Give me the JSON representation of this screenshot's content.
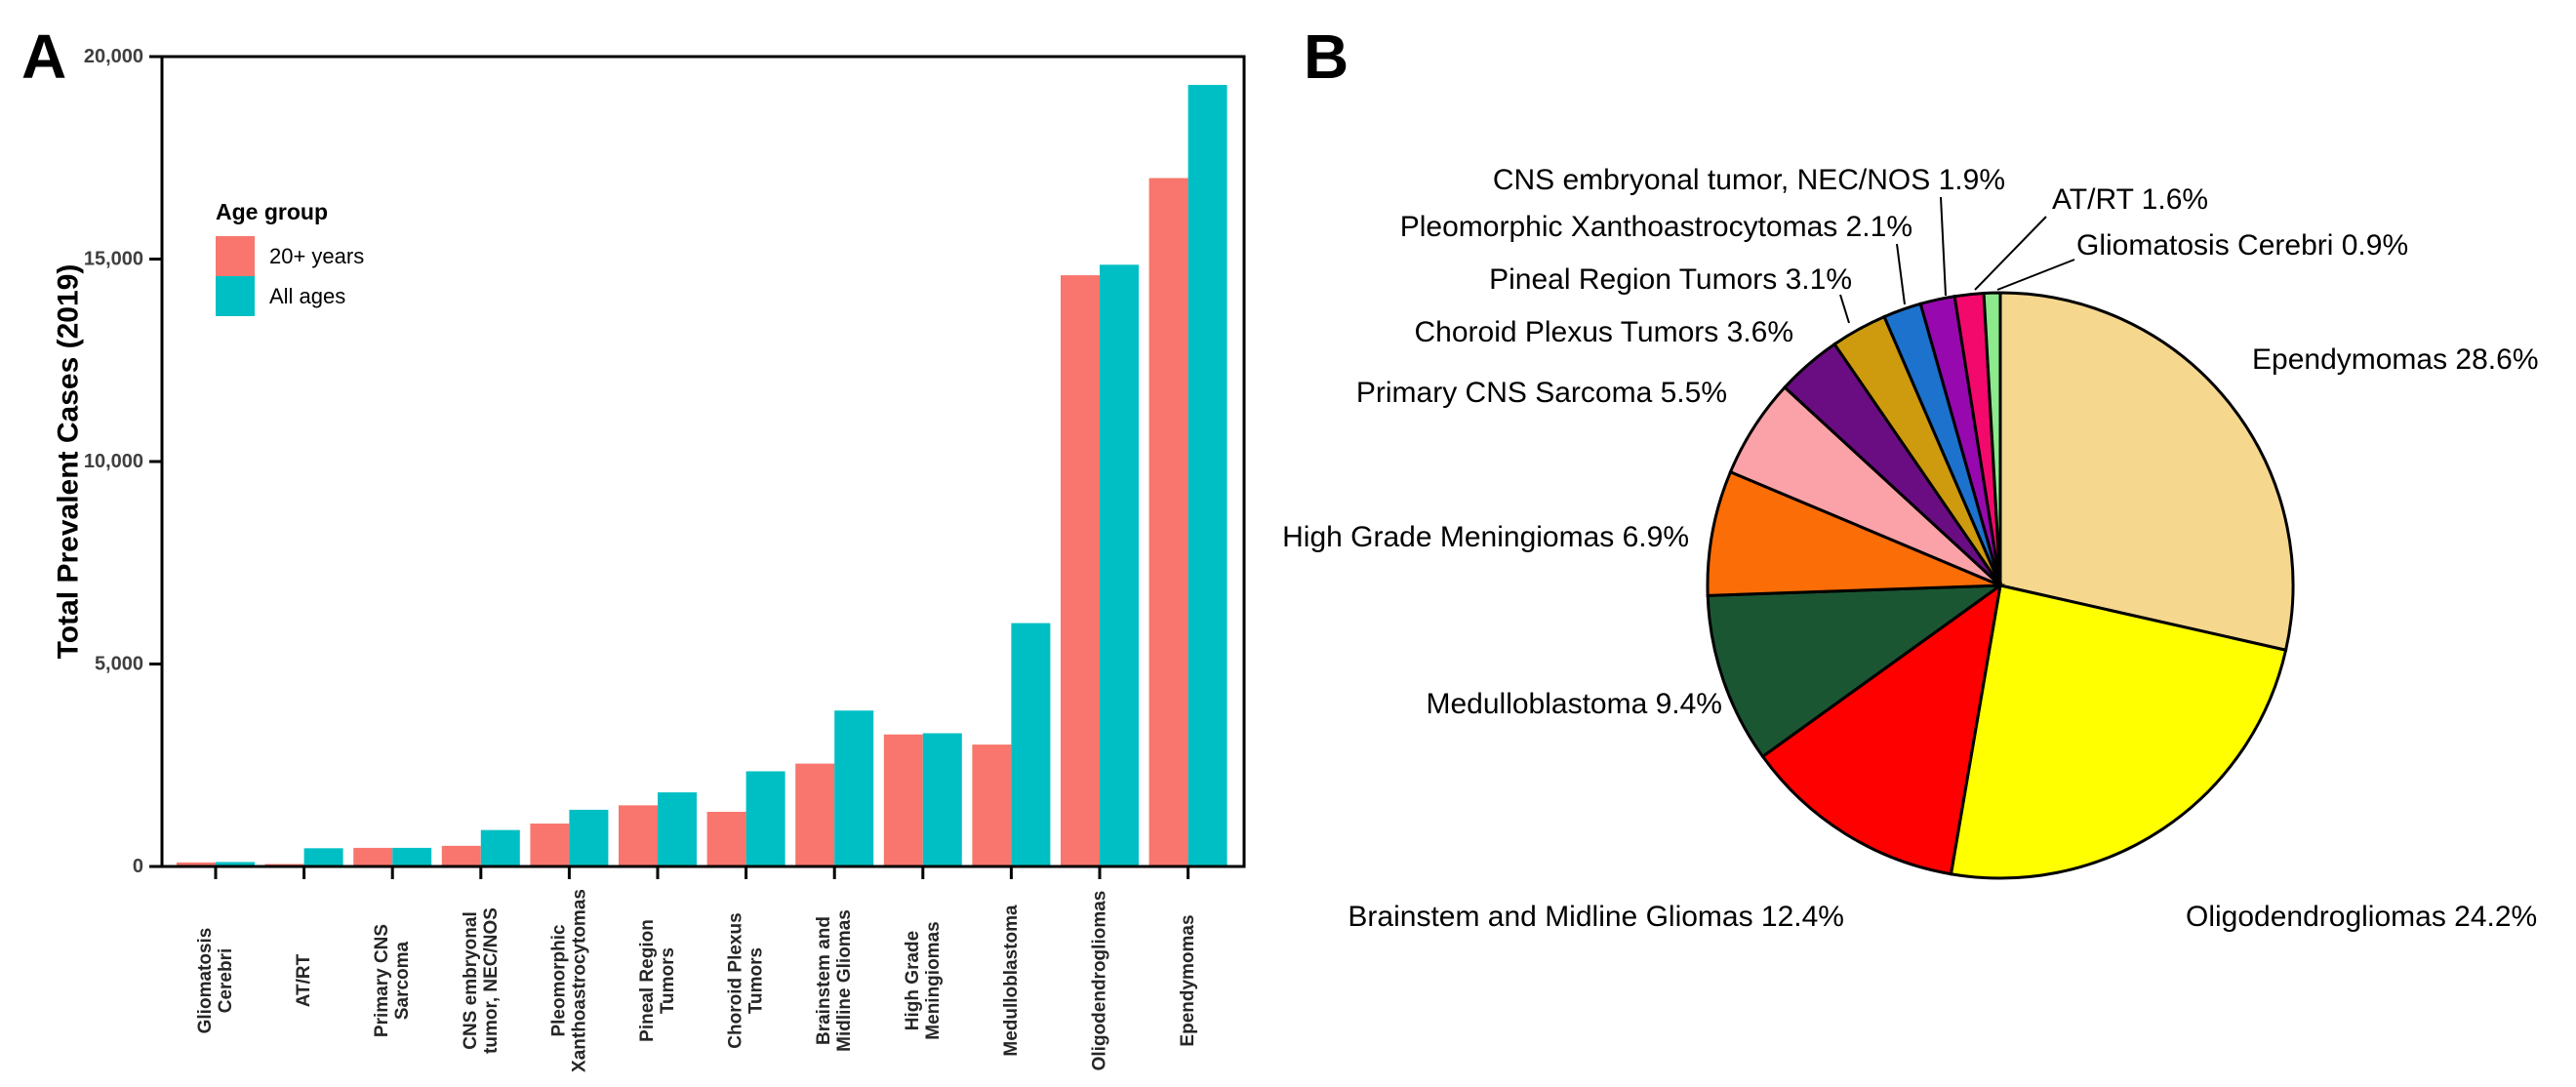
{
  "figure": {
    "panel_a": {
      "letter": "A"
    },
    "panel_b": {
      "letter": "B"
    }
  },
  "chart_data": [
    {
      "type": "bar",
      "subtype": "grouped_bar",
      "panel": "A",
      "title": "",
      "xlabel": "",
      "ylabel": "Total Prevalent Cases (2019)",
      "ylim": [
        0,
        20000
      ],
      "grid": false,
      "panel_border": true,
      "legend_position": "inside-top-left",
      "legend": {
        "title": "Age group"
      },
      "axis_color": "#000000",
      "ytick_label_color": "#3f3f3f",
      "xtick_label_color": "#262626",
      "yticks": [
        {
          "value": 0,
          "label": "0"
        },
        {
          "value": 5000,
          "label": "5,000"
        },
        {
          "value": 10000,
          "label": "10,000"
        },
        {
          "value": 15000,
          "label": "15,000"
        },
        {
          "value": 20000,
          "label": "20,000"
        }
      ],
      "categories": [
        {
          "lines": [
            "Gliomatosis",
            "Cerebri"
          ]
        },
        {
          "lines": [
            "AT/RT"
          ]
        },
        {
          "lines": [
            "Primary CNS",
            "Sarcoma"
          ]
        },
        {
          "lines": [
            "CNS embryonal",
            "tumor, NEC/NOS"
          ]
        },
        {
          "lines": [
            "Pleomorphic",
            "Xanthoastrocytomas"
          ]
        },
        {
          "lines": [
            "Pineal Region",
            "Tumors"
          ]
        },
        {
          "lines": [
            "Choroid Plexus",
            "Tumors"
          ]
        },
        {
          "lines": [
            "Brainstem and",
            "Midline Gliomas"
          ]
        },
        {
          "lines": [
            "High Grade",
            "Meningiomas"
          ]
        },
        {
          "lines": [
            "Medulloblastoma"
          ]
        },
        {
          "lines": [
            "Oligodendrogliomas"
          ]
        },
        {
          "lines": [
            "Ependymomas"
          ]
        }
      ],
      "series": [
        {
          "name": "20+ years",
          "color": "#F8766D",
          "values": [
            100,
            60,
            460,
            510,
            1060,
            1510,
            1350,
            2540,
            3260,
            3010,
            14600,
            17000
          ]
        },
        {
          "name": "All ages",
          "color": "#00BFC4",
          "values": [
            110,
            450,
            460,
            900,
            1400,
            1830,
            2350,
            3850,
            3290,
            6010,
            14860,
            19300
          ]
        }
      ]
    },
    {
      "type": "pie",
      "panel": "B",
      "start_angle_deg": 90,
      "direction": "clockwise",
      "stroke_color": "#000000",
      "slices": [
        {
          "key": "ependymomas",
          "name": "Ependymomas",
          "pct": 28.6,
          "color": "#F5D78E"
        },
        {
          "key": "oligodendrogliomas",
          "name": "Oligodendrogliomas",
          "pct": 24.2,
          "color": "#FFFF00"
        },
        {
          "key": "brainstem_midline_gliomas",
          "name": "Brainstem and Midline Gliomas",
          "pct": 12.4,
          "color": "#FF0000"
        },
        {
          "key": "medulloblastoma",
          "name": "Medulloblastoma",
          "pct": 9.4,
          "color": "#1B5633"
        },
        {
          "key": "high_grade_meningiomas",
          "name": "High Grade Meningiomas",
          "pct": 6.9,
          "color": "#FB6D07"
        },
        {
          "key": "primary_cns_sarcoma",
          "name": "Primary CNS Sarcoma",
          "pct": 5.5,
          "color": "#FBA2A9"
        },
        {
          "key": "choroid_plexus_tumors",
          "name": "Choroid Plexus Tumors",
          "pct": 3.6,
          "color": "#6A0D83"
        },
        {
          "key": "pineal_region_tumors",
          "name": "Pineal Region Tumors",
          "pct": 3.1,
          "color": "#CE9B0E"
        },
        {
          "key": "pleomorphic_xanthoastrocytomas",
          "name": "Pleomorphic Xanthoastrocytomas",
          "pct": 2.1,
          "color": "#1C72CC"
        },
        {
          "key": "cns_embryonal_nec_nos",
          "name": "CNS embryonal tumor, NEC/NOS",
          "pct": 1.9,
          "color": "#9708AE"
        },
        {
          "key": "atrt",
          "name": "AT/RT",
          "pct": 1.6,
          "color": "#F2096B"
        },
        {
          "key": "gliomatosis_cerebri",
          "name": "Gliomatosis Cerebri",
          "pct": 0.9,
          "color": "#8CE98C"
        }
      ]
    }
  ]
}
